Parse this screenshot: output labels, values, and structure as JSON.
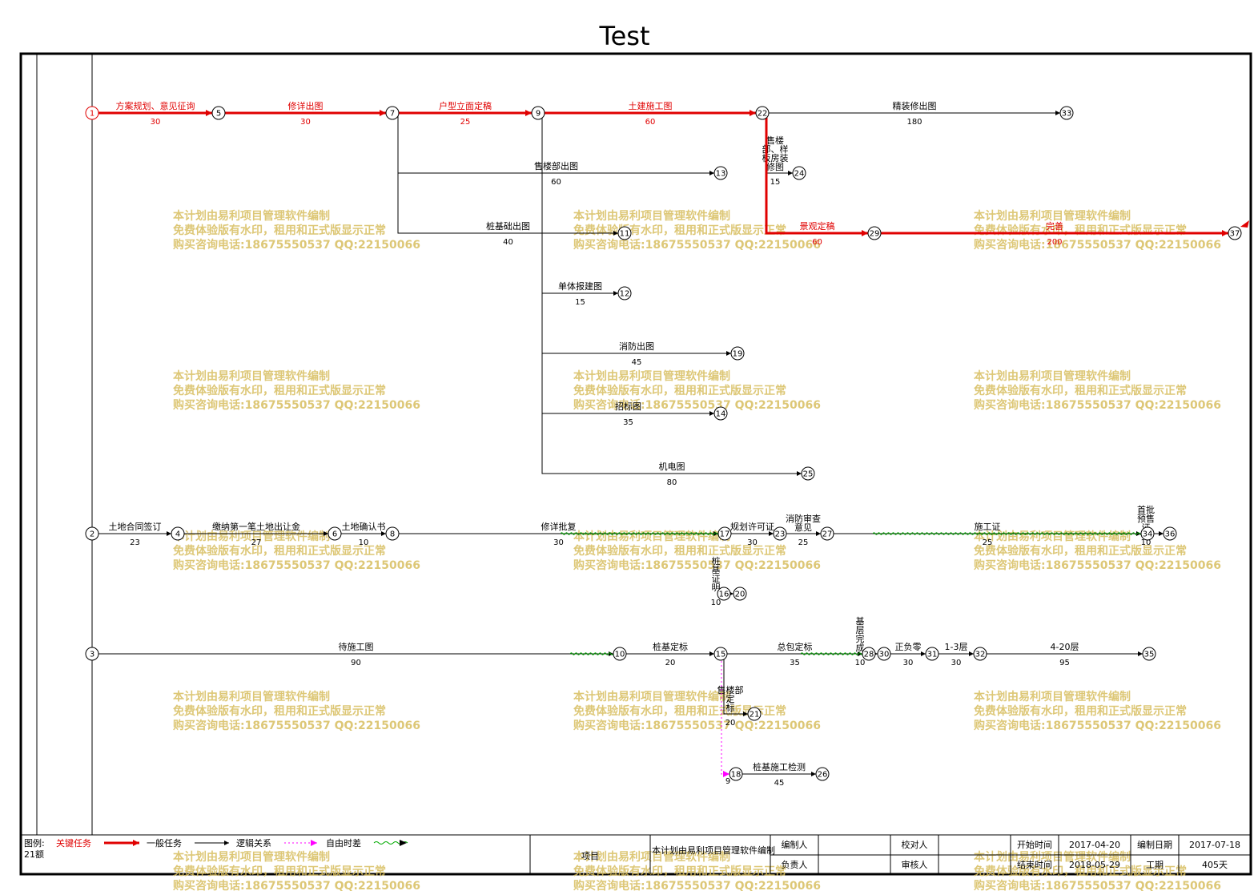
{
  "title": "Test",
  "colors": {
    "critical": "#e00000",
    "normal": "#000000",
    "free_float": "#ff00ff",
    "total_float": "#00aa00",
    "watermark": "#d7bd5e"
  },
  "nodes": [
    {
      "id": "1",
      "crit": true
    },
    {
      "id": "2"
    },
    {
      "id": "3"
    },
    {
      "id": "4"
    },
    {
      "id": "5"
    },
    {
      "id": "6"
    },
    {
      "id": "7"
    },
    {
      "id": "8"
    },
    {
      "id": "9"
    },
    {
      "id": "10"
    },
    {
      "id": "11"
    },
    {
      "id": "12"
    },
    {
      "id": "13"
    },
    {
      "id": "14"
    },
    {
      "id": "15"
    },
    {
      "id": "16"
    },
    {
      "id": "17"
    },
    {
      "id": "18"
    },
    {
      "id": "19"
    },
    {
      "id": "20"
    },
    {
      "id": "21"
    },
    {
      "id": "22"
    },
    {
      "id": "23"
    },
    {
      "id": "24"
    },
    {
      "id": "25"
    },
    {
      "id": "26"
    },
    {
      "id": "27"
    },
    {
      "id": "28"
    },
    {
      "id": "29"
    },
    {
      "id": "30"
    },
    {
      "id": "31"
    },
    {
      "id": "32"
    },
    {
      "id": "33"
    },
    {
      "id": "34"
    },
    {
      "id": "35"
    },
    {
      "id": "36"
    },
    {
      "id": "37"
    }
  ],
  "activities": [
    {
      "from": "1",
      "to": "5",
      "name": "方案规划、意见征询",
      "duration": "30",
      "crit": true
    },
    {
      "from": "5",
      "to": "7",
      "name": "修详出图",
      "duration": "30",
      "crit": true
    },
    {
      "from": "7",
      "to": "9",
      "name": "户型立面定稿",
      "duration": "25",
      "crit": true
    },
    {
      "from": "9",
      "to": "22",
      "name": "土建施工图",
      "duration": "60",
      "crit": true
    },
    {
      "from": "22",
      "to": "33",
      "name": "精装修出图",
      "duration": "180"
    },
    {
      "from": "7",
      "to": "13",
      "name": "售楼部出图",
      "duration": "60"
    },
    {
      "from": "22",
      "to": "24",
      "name": [
        "售楼",
        "部、样",
        "板房装",
        "修图"
      ],
      "duration": "15"
    },
    {
      "from": "7",
      "to": "11",
      "name": "桩基础出图",
      "duration": "40"
    },
    {
      "from": "22",
      "to": "29",
      "name": "景观定稿",
      "duration": "60",
      "crit": true
    },
    {
      "from": "29",
      "to": "37",
      "name": "完善",
      "duration": "200",
      "crit": true
    },
    {
      "from": "9",
      "to": "12",
      "name": "单体报建图",
      "duration": "15"
    },
    {
      "from": "9",
      "to": "19",
      "name": "消防出图",
      "duration": "45"
    },
    {
      "from": "9",
      "to": "14",
      "name": "招标图",
      "duration": "35"
    },
    {
      "from": "9",
      "to": "25",
      "name": "机电图",
      "duration": "80"
    },
    {
      "from": "2",
      "to": "4",
      "name": "土地合同签订",
      "duration": "23"
    },
    {
      "from": "4",
      "to": "6",
      "name": "缴纳第一笔土地出让金",
      "duration": "27"
    },
    {
      "from": "6",
      "to": "8",
      "name": "土地确认书",
      "duration": "10"
    },
    {
      "from": "8",
      "to": "17",
      "name": "修详批复",
      "duration": "30"
    },
    {
      "from": "17",
      "to": "23",
      "name": "规划许可证",
      "duration": "30"
    },
    {
      "from": "23",
      "to": "27",
      "name": [
        "消防审查",
        "意见"
      ],
      "duration": "25"
    },
    {
      "from": "27",
      "to": "34",
      "name": "施工证",
      "duration": "25"
    },
    {
      "from": "34",
      "to": "36",
      "name": [
        "首批",
        "预售",
        "证"
      ],
      "duration": "10"
    },
    {
      "from": "16",
      "to": "20",
      "name": [
        "桩",
        "基",
        "证",
        "明"
      ],
      "duration": "10"
    },
    {
      "from": "3",
      "to": "10",
      "name": "待施工图",
      "duration": "90"
    },
    {
      "from": "10",
      "to": "15",
      "name": "桩基定标",
      "duration": "20"
    },
    {
      "from": "15",
      "to": "28",
      "name": "总包定标",
      "duration": "35"
    },
    {
      "from": "28",
      "to": "30",
      "name": [
        "基",
        "层",
        "完",
        "成"
      ],
      "duration": "10"
    },
    {
      "from": "30",
      "to": "31",
      "name": "正负零",
      "duration": "30"
    },
    {
      "from": "31",
      "to": "32",
      "name": "1-3层",
      "duration": "30"
    },
    {
      "from": "32",
      "to": "35",
      "name": "4-20层",
      "duration": "95"
    },
    {
      "from": "15",
      "to": "21",
      "name": [
        "售楼部",
        "定",
        "标"
      ],
      "duration": "20"
    },
    {
      "from": "18",
      "to": "26",
      "name": "桩基施工检测",
      "duration": "45"
    },
    {
      "from": "15",
      "to": "18",
      "name": "",
      "duration": "9",
      "free_float": true
    }
  ],
  "watermark": {
    "lines": [
      "本计划由易利项目管理软件编制",
      "免费体验版有水印，租用和正式版显示正常",
      "购买咨询电话:18675550537 QQ:22150066"
    ]
  },
  "legend": {
    "label": "图例:",
    "critical": "关键任务",
    "normal": "一般任务",
    "logic": "逻辑关系",
    "free_float": "自由时差",
    "sub": "21额"
  },
  "info_table": {
    "project_label": "项目",
    "project_value": "本计划由易利项目管理软件编制",
    "compiler_label": "编制人",
    "checker_label": "校对人",
    "start_label": "开始时间",
    "start_value": "2017-04-20",
    "compile_date_label": "编制日期",
    "compile_date_value": "2017-07-18",
    "responsible_label": "负责人",
    "reviewer_label": "审核人",
    "end_label": "结束时间",
    "end_value": "2018-05-29",
    "duration_label": "工期",
    "duration_value": "405天"
  }
}
